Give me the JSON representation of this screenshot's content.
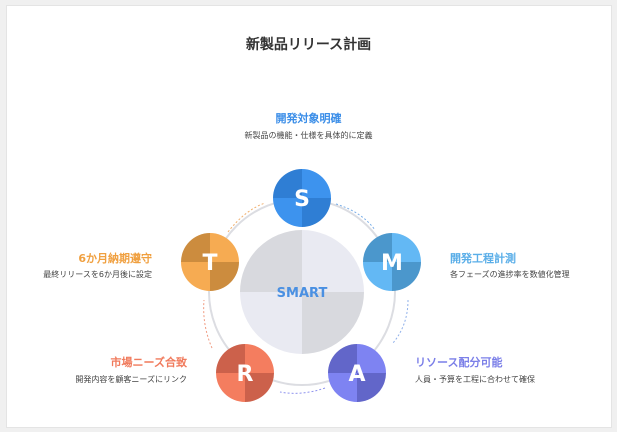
{
  "title": "新製品リリース計画",
  "center_label": "SMART",
  "items": [
    {
      "letter": "S",
      "title": "開発対象明確",
      "desc": "新製品の機能・仕様を具体的に定義",
      "color": "#3b8ee8",
      "dark": "#2f7ed4",
      "light": "#3d93ee"
    },
    {
      "letter": "M",
      "title": "開発工程計測",
      "desc": "各フェーズの進捗率を数値化管理",
      "color": "#5aaee8",
      "dark": "#4b97cc",
      "light": "#63b8f4"
    },
    {
      "letter": "A",
      "title": "リソース配分可能",
      "desc": "人員・予算を工程に合わせて確保",
      "color": "#7b7fe8",
      "dark": "#6266c9",
      "light": "#7e83f2"
    },
    {
      "letter": "R",
      "title": "市場ニーズ合致",
      "desc": "開発内容を顧客ニーズにリンク",
      "color": "#f07a5c",
      "dark": "#cc614b",
      "light": "#f47d5f"
    },
    {
      "letter": "T",
      "title": "6か月納期遵守",
      "desc": "最終リリースを6か月後に設定",
      "color": "#f0a040",
      "dark": "#cc8c3e",
      "light": "#f6ab52"
    }
  ]
}
